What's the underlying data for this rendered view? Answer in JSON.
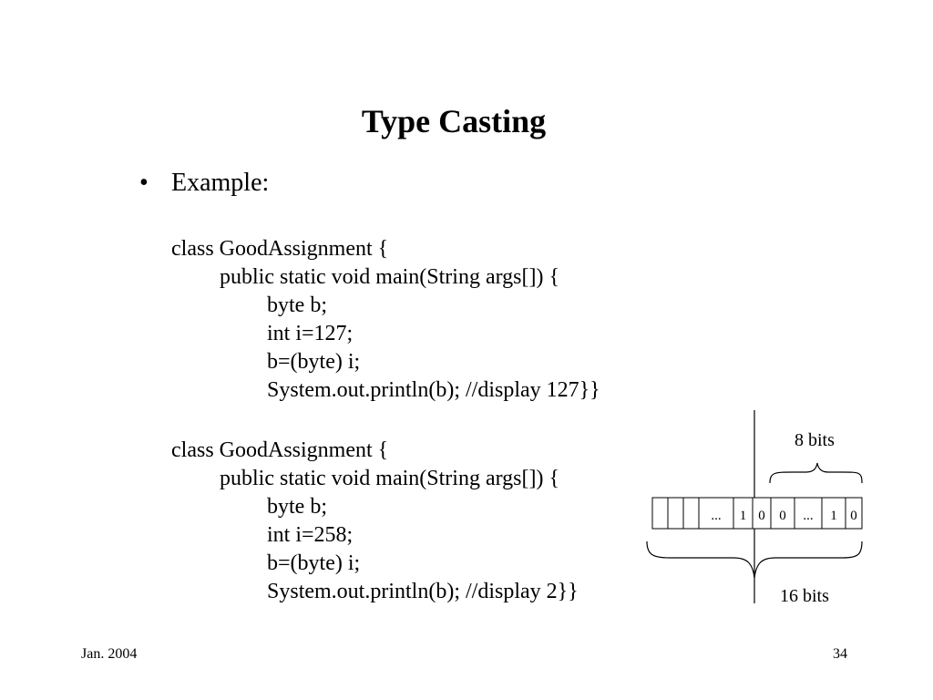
{
  "slide": {
    "title": "Type Casting",
    "bullet_glyph": "•",
    "bullet_text": "Example:"
  },
  "code_blocks": [
    {
      "lines": [
        "class GoodAssignment {",
        "public static void main(String args[]) {",
        "byte b;",
        "int i=127;",
        "b=(byte) i;",
        "System.out.println(b); //display 127}}"
      ]
    },
    {
      "lines": [
        "class GoodAssignment {",
        "public static void main(String args[]) {",
        "byte b;",
        "int i=258;",
        "b=(byte) i;",
        "System.out.println(b); //display 2}}"
      ]
    }
  ],
  "diagram": {
    "label_8bits": "8 bits",
    "label_16bits": "16 bits",
    "cells": [
      "",
      "",
      "",
      "...",
      "1",
      "0",
      "0",
      "...",
      "1",
      "0"
    ]
  },
  "footer": {
    "date": "Jan. 2004",
    "page_number": "34"
  }
}
